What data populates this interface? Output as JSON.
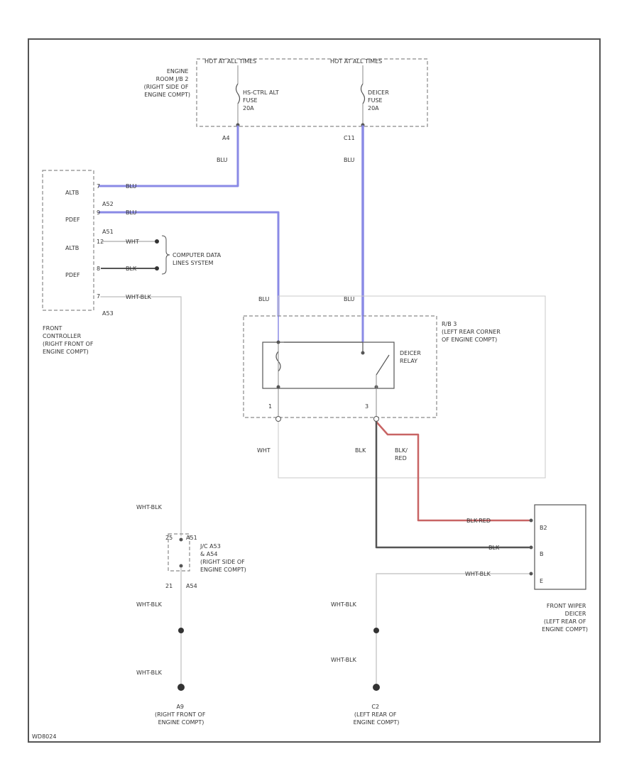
{
  "colors": {
    "blu": "#8a8ae6",
    "red": "#c86464",
    "blk": "#555555",
    "wht": "#c8c8c8",
    "frame": "#555555",
    "dashed": "#8a8a8a"
  },
  "jb": {
    "title_lines": [
      "ENGINE",
      "ROOM J/B 2",
      "(RIGHT SIDE OF",
      "ENGINE COMPT)"
    ],
    "header_left": "HOT AT ALL TIMES",
    "header_right": "HOT AT ALL TIMES",
    "fuse_left": [
      "HS-CTRL ALT",
      "FUSE",
      "20A"
    ],
    "fuse_right": [
      "DEICER",
      "FUSE",
      "20A"
    ],
    "conn_left": "A4",
    "conn_right": "C11"
  },
  "controller": {
    "pins": [
      "ALTB",
      "PDEF",
      "ALTB",
      "PDEF"
    ],
    "pin_nums": [
      "7",
      "9",
      "12",
      "8",
      "7"
    ],
    "conns": [
      "A52",
      "A51",
      "A53"
    ],
    "label_lines": [
      "FRONT",
      "CONTROLLER",
      "(RIGHT FRONT OF",
      "ENGINE COMPT)"
    ]
  },
  "data_lines": {
    "label_lines": [
      "COMPUTER DATA",
      "LINES SYSTEM"
    ]
  },
  "relay_block": {
    "label_lines": [
      "R/B 3",
      "(LEFT REAR CORNER",
      "OF ENGINE COMPT)"
    ],
    "relay_lines": [
      "DEICER",
      "RELAY"
    ],
    "pin_nums": [
      "1",
      "3"
    ]
  },
  "junction": {
    "lines": [
      "J/C A53",
      "& A54",
      "(RIGHT SIDE OF",
      "ENGINE COMPT)"
    ],
    "pins": [
      "A51",
      "A54"
    ],
    "pin_nums": [
      "25",
      "21"
    ]
  },
  "deicer": {
    "pins": [
      "B2",
      "B",
      "E"
    ],
    "label_lines": [
      "FRONT WIPER",
      "DEICER",
      "(LEFT REAR OF",
      "ENGINE COMPT)"
    ]
  },
  "wire_labels": {
    "blu": "BLU",
    "wht": "WHT",
    "whtblk": "WHT-BLK",
    "blk": "BLK",
    "blkred": "BLK-RED",
    "blk_red_lines": [
      "BLK/",
      "RED"
    ]
  },
  "grounds": {
    "left": {
      "name": "A9",
      "lines": [
        "(RIGHT FRONT OF",
        "ENGINE COMPT)"
      ]
    },
    "right": {
      "name": "C2",
      "lines": [
        "(LEFT REAR OF",
        "ENGINE COMPT)"
      ]
    }
  },
  "footer_code": "WD8024"
}
